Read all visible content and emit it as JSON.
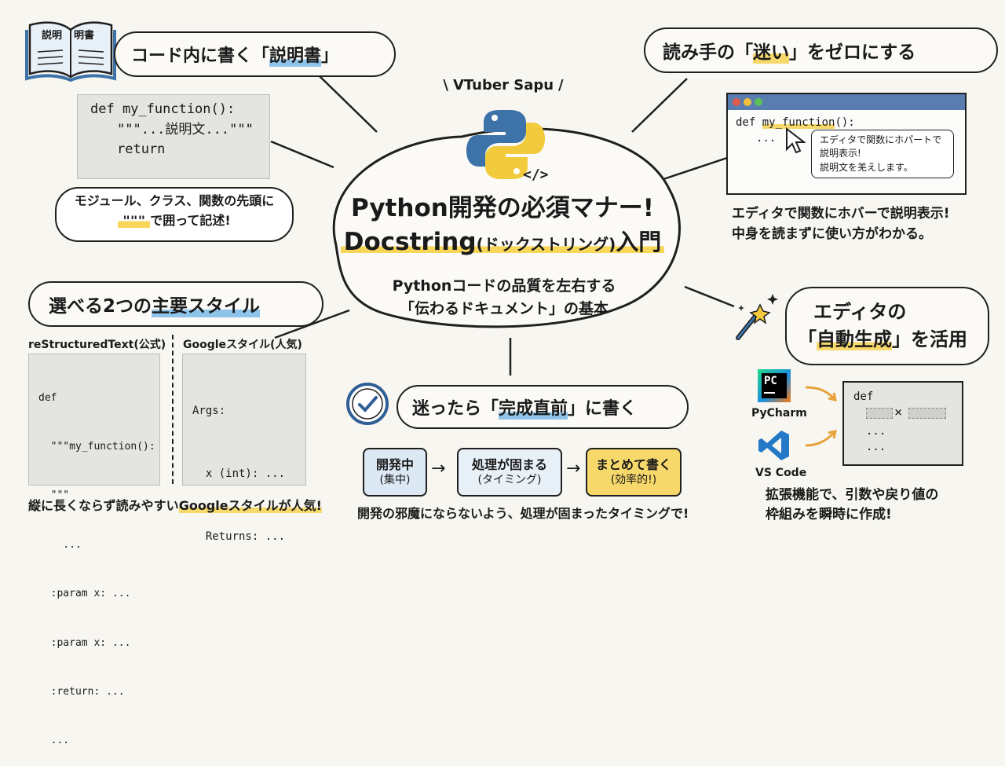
{
  "watermark": "VTuber Sapu",
  "center": {
    "title_line1": "Python開発の必須マナー!",
    "title_line2a": "Docstring",
    "title_line2b": "(ドックストリング)",
    "title_line2c": "入門",
    "subtitle_line1": "Pythonコードの品質を左右する",
    "subtitle_line2": "「伝わるドキュメント」の基本"
  },
  "book": {
    "left_text": "説明",
    "right_text": "明書"
  },
  "topleft": {
    "heading_prefix": "コード内に書く「",
    "heading_highlight": "説明書",
    "heading_suffix": "」",
    "code_lines": [
      "def my_function():",
      "\"\"\"...説明文...\"\"\"",
      "return"
    ],
    "bubble_line1": "モジュール、クラス、関数の先頭に",
    "bubble_quote": "\"\"\"",
    "bubble_line2": "で囲って記述!"
  },
  "topright": {
    "heading_prefix": "読み手の「",
    "heading_highlight": "迷い",
    "heading_suffix": "」をゼロにする",
    "code_def": "def ",
    "code_func": "my_function",
    "code_rest": "():",
    "code_dots": "...",
    "tooltip_line1": "エディタで関数にホパートで",
    "tooltip_line2": "説明表示!",
    "tooltip_line3": "説明文を羌えします。",
    "note_line1": "エディタで関数にホバーで説明表示!",
    "note_line2": "中身を読まずに使い方がわかる。"
  },
  "left": {
    "heading_prefix": "選べる2つの",
    "heading_highlight": "主要スタイル",
    "col1_label": "reStructuredText(公式)",
    "col1_lines": [
      "def",
      "  \"\"\"my_function():",
      "  \"\"\"",
      "    ...",
      "  :param x: ...",
      "  :param x: ...",
      "  :return: ...",
      "  ..."
    ],
    "col2_label": "Googleスタイル(人気)",
    "col2_lines": [
      "Args:",
      "  x (int): ...",
      "  Returns: ..."
    ],
    "note_prefix": "縦に長くならず読みやすい",
    "note_highlight": "Googleスタイルが人気!"
  },
  "bottom": {
    "heading_prefix": "迷ったら「",
    "heading_highlight": "完成直前",
    "heading_suffix": "」に書く",
    "steps": [
      {
        "title": "開発中",
        "sub": "(集中)"
      },
      {
        "title": "処理が固まる",
        "sub": "(タイミング)"
      },
      {
        "title": "まとめて書く",
        "sub": "(効率的!)"
      }
    ],
    "note": "開発の邪魔にならないよう、処理が固まったタイミングで!"
  },
  "right": {
    "heading_line1": "エディタの",
    "heading_prefix": "「",
    "heading_highlight": "自動生成",
    "heading_suffix": "」を活用",
    "tool1": "PyCharm",
    "tool1_logo": "PC",
    "tool2": "VS Code",
    "code_def": "def",
    "code_x": "×",
    "code_dots1": "...",
    "code_dots2": "...",
    "note_line1": "拡張機能で、引数や戻り値の",
    "note_line2": "枠組みを瞬時に作成!"
  },
  "colors": {
    "yellow": "#f6d86b",
    "blue": "#8fc4ea",
    "python_blue": "#3d73a8",
    "python_yellow": "#f2cb3d"
  }
}
